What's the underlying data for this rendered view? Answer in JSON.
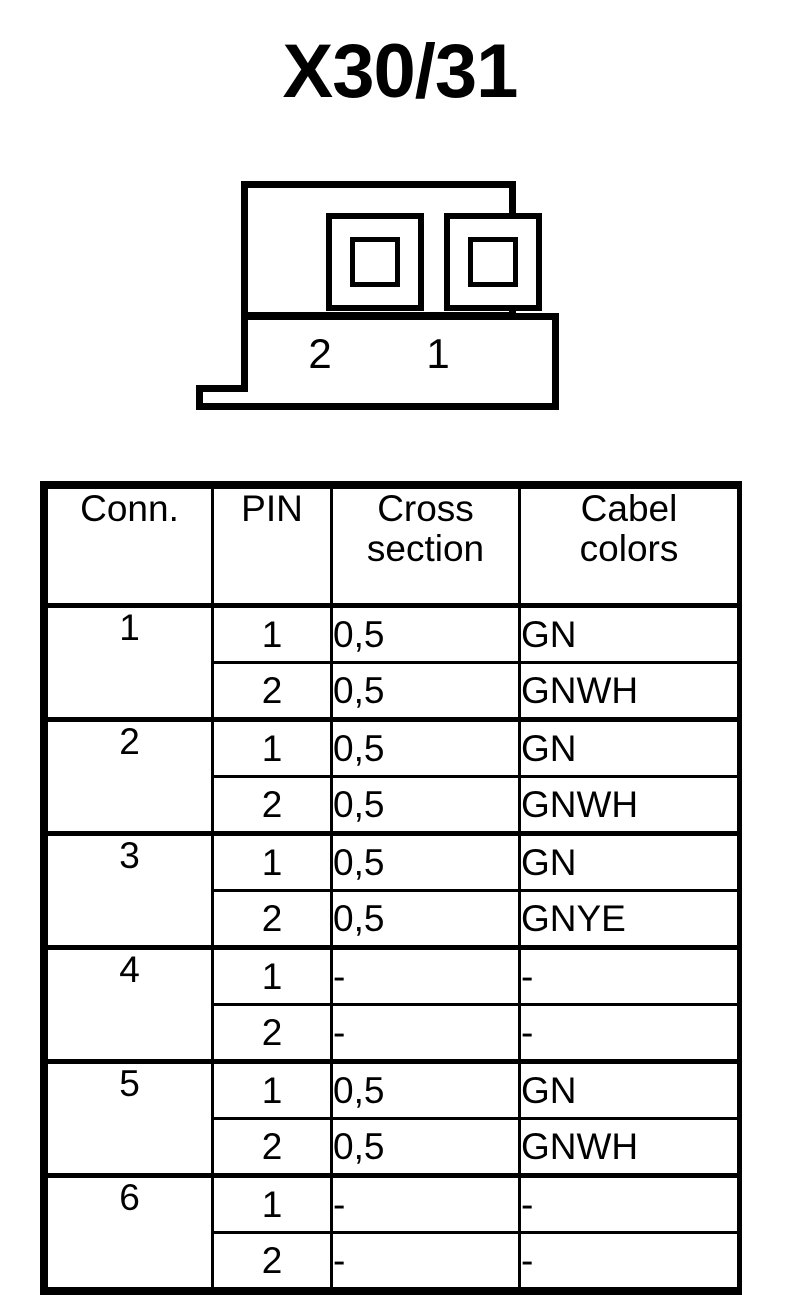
{
  "title": "X30/31",
  "connector": {
    "name": "connector-front-view",
    "pin_labels": [
      "2",
      "1"
    ],
    "cavity_count": 2
  },
  "table": {
    "headers": [
      "Conn.",
      "PIN",
      "Cross section",
      "Cabel colors"
    ],
    "header_lines": {
      "conn": "Conn.",
      "pin": "PIN",
      "cross_line1": "Cross",
      "cross_line2": "section",
      "color_line1": "Cabel",
      "color_line2": "colors"
    },
    "groups": [
      {
        "conn": "1",
        "rows": [
          {
            "pin": "1",
            "cross_section": "0,5",
            "cable_color": "GN"
          },
          {
            "pin": "2",
            "cross_section": "0,5",
            "cable_color": "GNWH"
          }
        ]
      },
      {
        "conn": "2",
        "rows": [
          {
            "pin": "1",
            "cross_section": "0,5",
            "cable_color": "GN"
          },
          {
            "pin": "2",
            "cross_section": "0,5",
            "cable_color": "GNWH"
          }
        ]
      },
      {
        "conn": "3",
        "rows": [
          {
            "pin": "1",
            "cross_section": "0,5",
            "cable_color": "GN"
          },
          {
            "pin": "2",
            "cross_section": "0,5",
            "cable_color": "GNYE"
          }
        ]
      },
      {
        "conn": "4",
        "rows": [
          {
            "pin": "1",
            "cross_section": "-",
            "cable_color": "-"
          },
          {
            "pin": "2",
            "cross_section": "-",
            "cable_color": "-"
          }
        ]
      },
      {
        "conn": "5",
        "rows": [
          {
            "pin": "1",
            "cross_section": "0,5",
            "cable_color": "GN"
          },
          {
            "pin": "2",
            "cross_section": "0,5",
            "cable_color": "GNWH"
          }
        ]
      },
      {
        "conn": "6",
        "rows": [
          {
            "pin": "1",
            "cross_section": "-",
            "cable_color": "-"
          },
          {
            "pin": "2",
            "cross_section": "-",
            "cable_color": "-"
          }
        ]
      }
    ]
  },
  "colors": {
    "ink": "#000000",
    "paper": "#ffffff"
  }
}
